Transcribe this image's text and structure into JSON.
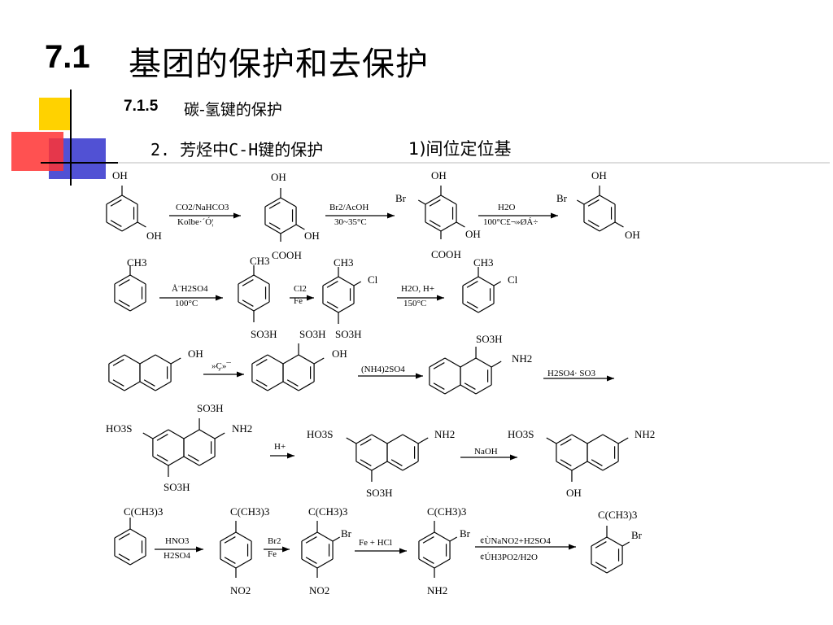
{
  "slide": {
    "title_num": "7.1",
    "title_text": "基团的保护和去保护",
    "subtitle_num": "7.1.5",
    "subtitle_text": "碳-氢键的保护",
    "heading": "2. 芳烃中C-H键的保护",
    "heading_part": "1)间位定位基"
  },
  "deco_colors": {
    "yellow": "#ffd200",
    "red": "#ff3333",
    "blue": "#3333cc",
    "line": "#000000",
    "rule": "#bbbbbb"
  },
  "scheme": {
    "r1": {
      "oh": "OH",
      "cooh": "COOH",
      "br": "Br",
      "a1_top": "CO2/NaHCO3",
      "a1_bot": "Kolbe·´Ó¦",
      "a2_top": "Br2/AcOH",
      "a2_bot": "30~35°C",
      "a3_top": "H2O",
      "a3_bot": "100°C£¬»ØÁ÷"
    },
    "r2": {
      "ch3": "CH3",
      "so3h": "SO3H",
      "cl": "Cl",
      "a1_top": "Å¨H2SO4",
      "a1_bot": "100°C",
      "a2_top": "Cl2",
      "a2_bot": "Fe",
      "a3_top": "H2O, H+",
      "a3_bot": "150°C"
    },
    "r3": {
      "oh": "OH",
      "so3h": "SO3H",
      "nh2": "NH2",
      "a1_top": "»Ç»¯",
      "a2_top": "(NH4)2SO4",
      "a3_top": "H2SO4· SO3"
    },
    "r4": {
      "so3h": "SO3H",
      "ho3s": "HO3S",
      "nh2": "NH2",
      "oh": "OH",
      "a1_top": "H+",
      "a2_top": "NaOH"
    },
    "r5": {
      "tbu": "C(CH3)3",
      "no2": "NO2",
      "br": "Br",
      "nh2": "NH2",
      "a1_top": "HNO3",
      "a1_bot": "H2SO4",
      "a2_top": "Br2",
      "a2_bot": "Fe",
      "a3_top": "Fe + HCl",
      "a4_top": "¢ÙNaNO2+H2SO4",
      "a4_bot": "¢ÚH3PO2/H2O"
    }
  }
}
